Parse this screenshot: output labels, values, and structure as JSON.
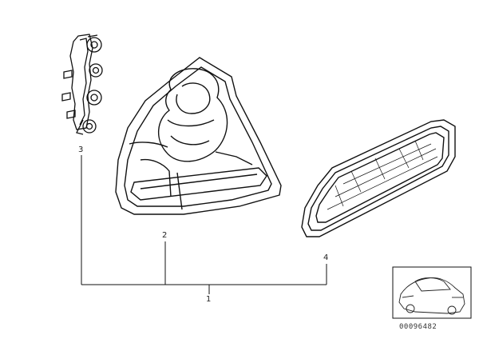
{
  "diagram": {
    "callouts": [
      {
        "id": "1",
        "label": "1"
      },
      {
        "id": "2",
        "label": "2"
      },
      {
        "id": "3",
        "label": "3"
      },
      {
        "id": "4",
        "label": "4"
      }
    ],
    "part_number": "00096482",
    "icon_names": [
      "bulb-holder-icon",
      "tail-light-housing-icon",
      "side-reflector-icon",
      "car-thumbnail-icon"
    ]
  }
}
